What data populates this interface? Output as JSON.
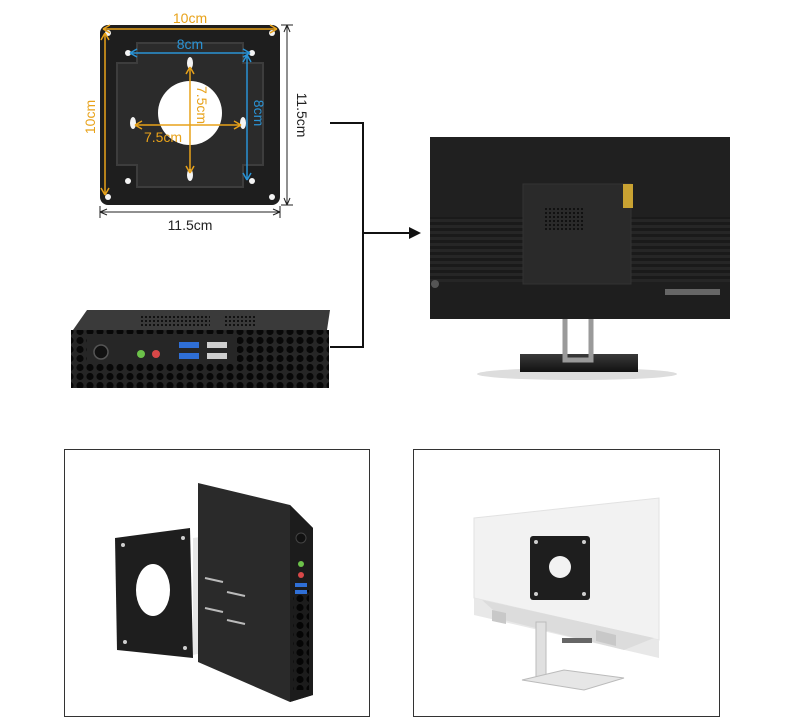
{
  "dimensions": {
    "plate_width": "10cm",
    "plate_height": "10cm",
    "hole_spacing_horizontal_large": "8cm",
    "hole_spacing_vertical_large": "8cm",
    "hole_spacing_horizontal_small": "7.5cm",
    "hole_spacing_vertical_small": "7.5cm",
    "outer_width": "11.5cm",
    "outer_height": "11.5cm"
  },
  "colors": {
    "orange_dimension": "#e8a21a",
    "blue_dimension": "#2a93d5",
    "plate": "#1e1e1e",
    "usb_blue": "#2f6fd6"
  },
  "photos": [
    {
      "subject": "vesa-mount-plate"
    },
    {
      "subject": "mini-pc-front"
    },
    {
      "subject": "monitor-back-with-pc"
    },
    {
      "subject": "mini-pc-with-plate"
    },
    {
      "subject": "white-monitor-with-plate"
    }
  ]
}
